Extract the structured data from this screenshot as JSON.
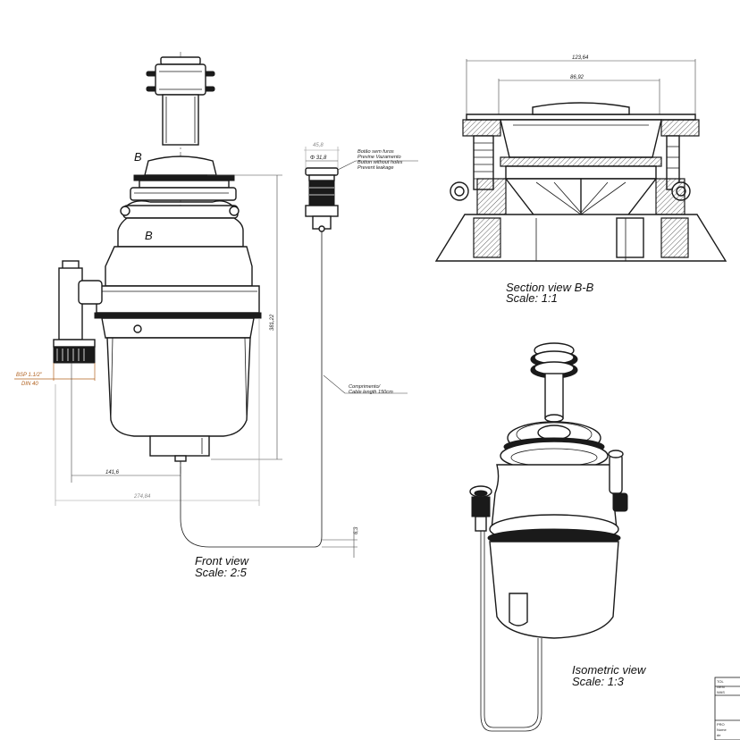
{
  "front_view": {
    "title": "Front view",
    "scale": "Scale:  2:5",
    "section_letter_top": "B",
    "section_letter_bottom": "B",
    "dims": {
      "height": "381,22",
      "center_offset": "141,6",
      "overall_width": "274,84",
      "cable_gap": "6,3",
      "button_outer": "45,8",
      "button_diameter": "Φ 31,8"
    },
    "outlet_label_1": "BSP 1.1/2\"",
    "outlet_label_2": "DIN 40",
    "button_note": [
      "Botão sem furos",
      "Previne Vazamento",
      "Button without holes",
      "Prevent leakage"
    ],
    "cable_note": [
      "Comprimento/",
      "Cable length 150cm"
    ]
  },
  "section_view": {
    "title": "Section view B-B",
    "scale": "Scale:  1:1",
    "dims": {
      "outer": "123,64",
      "inner": "86,92"
    }
  },
  "isometric_view": {
    "title": "Isometric view",
    "scale": "Scale:  1:3"
  },
  "title_block": {
    "rows": [
      "TOL",
      "GEN",
      "WAS",
      "PRO",
      "Nome",
      "de"
    ]
  }
}
